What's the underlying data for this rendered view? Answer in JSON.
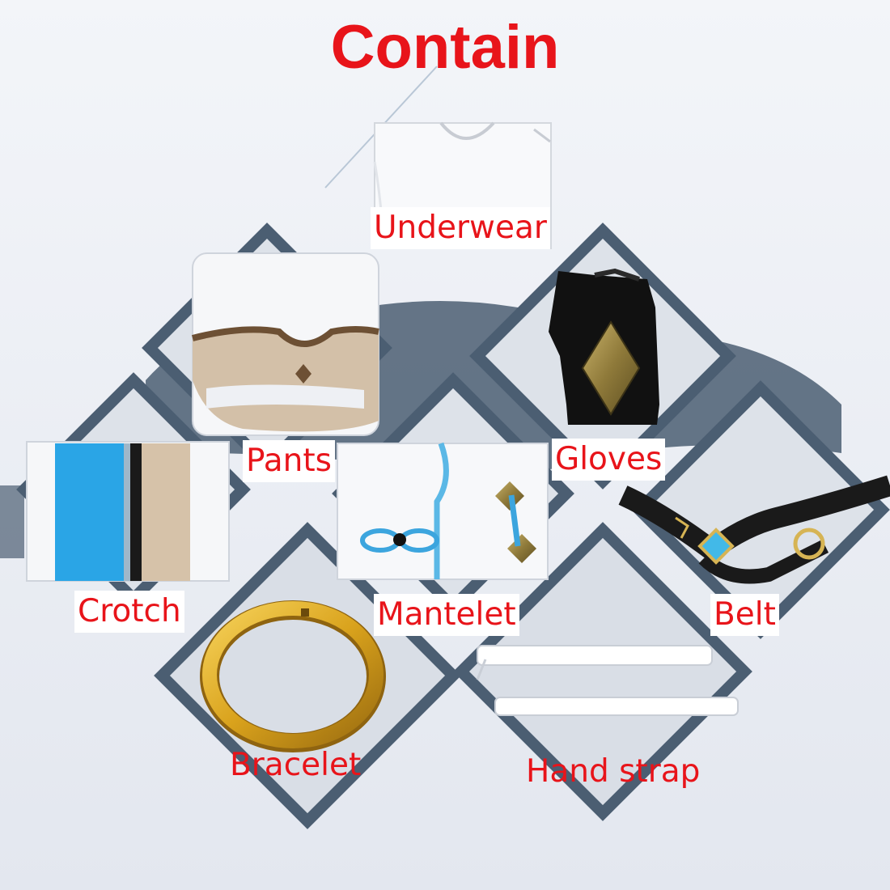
{
  "title": "Contain",
  "colors": {
    "label_text": "#e8141a",
    "background": "#e9ecf3",
    "pattern_dark": "#4b5e72",
    "pattern_light": "#dfe3ea"
  },
  "items": [
    {
      "name": "underwear",
      "label": "Underwear"
    },
    {
      "name": "pants",
      "label": "Pants"
    },
    {
      "name": "gloves",
      "label": "Gloves"
    },
    {
      "name": "crotch",
      "label": "Crotch"
    },
    {
      "name": "mantelet",
      "label": "Mantelet"
    },
    {
      "name": "belt",
      "label": "Belt"
    },
    {
      "name": "bracelet",
      "label": "Bracelet"
    },
    {
      "name": "hand-strap",
      "label": "Hand strap"
    }
  ]
}
